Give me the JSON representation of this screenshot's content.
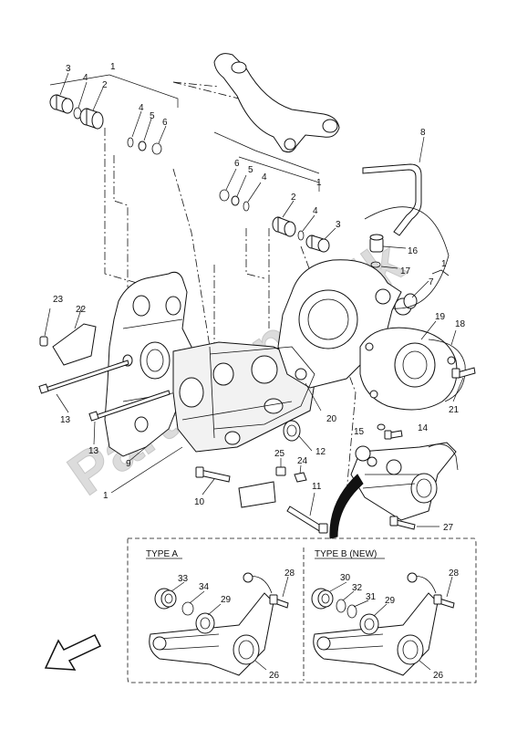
{
  "watermark": "PartsRepublik",
  "callouts": {
    "c1a": "1",
    "c3a": "3",
    "c4a": "4",
    "c2a": "2",
    "c4b": "4",
    "c5a": "5",
    "c6a": "6",
    "c8": "8",
    "c6b": "6",
    "c5b": "5",
    "c4c": "4",
    "c1b": "1",
    "c2b": "2",
    "c4d": "4",
    "c3b": "3",
    "c16": "16",
    "c1c": "1",
    "c17": "17",
    "c7": "7",
    "c23": "23",
    "c22": "22",
    "c19": "19",
    "c18": "18",
    "c21": "21",
    "c13a": "13",
    "c13b": "13",
    "c20": "20",
    "c15": "15",
    "c14": "14",
    "c9": "9",
    "c25": "25",
    "c24": "24",
    "c12": "12",
    "c1d": "1",
    "c10": "10",
    "c11": "11",
    "c27": "27",
    "a33": "33",
    "a34": "34",
    "a28": "28",
    "a29": "29",
    "a26": "26",
    "b30": "30",
    "b32": "32",
    "b31": "31",
    "b28": "28",
    "b29": "29",
    "b26": "26"
  },
  "inset": {
    "type_a_label": "TYPE A",
    "type_b_label": "TYPE B (NEW)"
  },
  "icons": {
    "front_arrow": "arrow-down-left-icon"
  }
}
